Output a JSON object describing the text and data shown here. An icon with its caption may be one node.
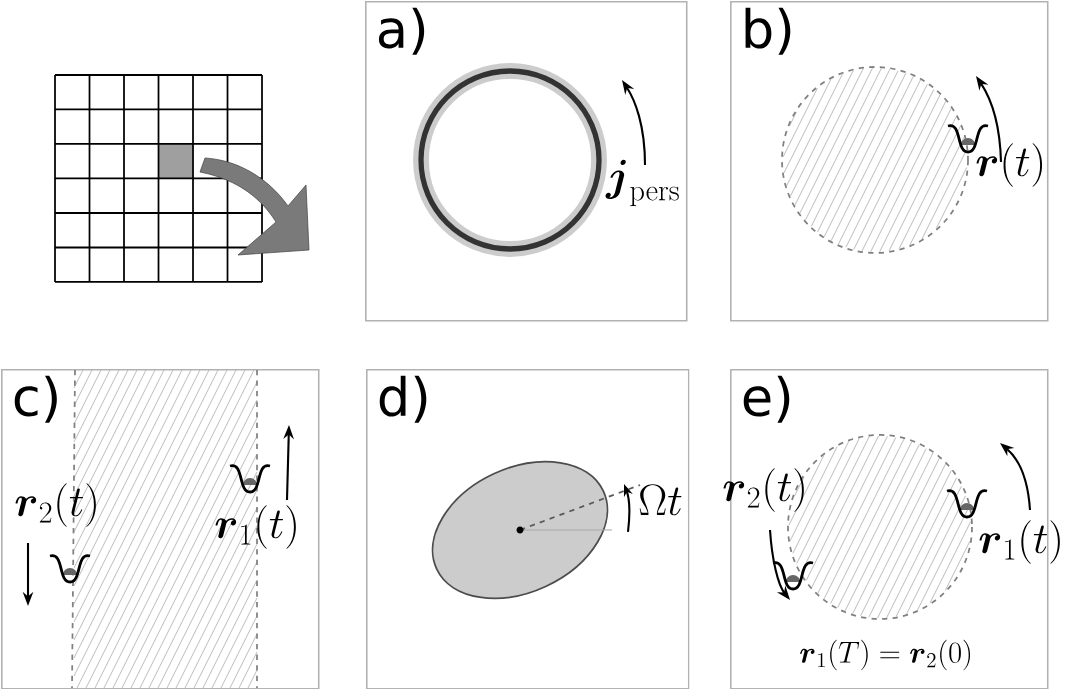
{
  "diagram": {
    "nodes": [
      {
        "text": [
          "a)"
        ]
      },
      {
        "text": [
          "b)"
        ]
      },
      {
        "text": [
          "c)"
        ]
      },
      {
        "text": [
          "d)"
        ]
      },
      {
        "text": [
          "e)"
        ]
      }
    ],
    "labels": [
      "\\boldsymbol{j}_{\\mathrm{pers}}",
      "\\boldsymbol{r}(t)",
      "\\boldsymbol{r}_2(t)",
      "\\boldsymbol{r}_1(t)",
      "\\Omega t",
      "\\boldsymbol{r}_2(t)",
      "\\boldsymbol{r}_1(t)",
      "\\boldsymbol{r}_1(T) = \\boldsymbol{r}_2(0)"
    ]
  }
}
